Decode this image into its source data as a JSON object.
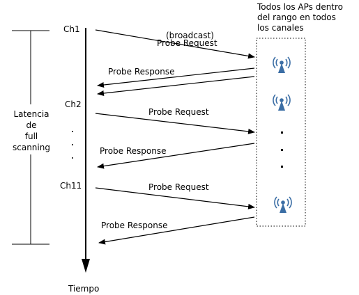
{
  "channels": {
    "ch1": "Ch1",
    "ch2": "Ch2",
    "ch11": "Ch11"
  },
  "latency": {
    "line1": "Latencia",
    "line2": "de",
    "line3": "full",
    "line4": "scanning"
  },
  "aps_box": {
    "line1": "Todos los APs dentro",
    "line2": "del rango en todos",
    "line3": "los canales"
  },
  "messages": {
    "probe_request_1_line1": "Probe Request",
    "probe_request_1_line2": "(broadcast)",
    "probe_response_1": "Probe Response",
    "probe_request_2": "Probe Request",
    "probe_response_2": "Probe Response",
    "probe_request_3": "Probe Request",
    "probe_response_3": "Probe Response"
  },
  "time_axis_label": "Tiempo",
  "colors": {
    "ap_icon": "#3b6ea5",
    "lines": "#000000"
  },
  "icons": {
    "ap": "wireless-access-point-icon"
  }
}
